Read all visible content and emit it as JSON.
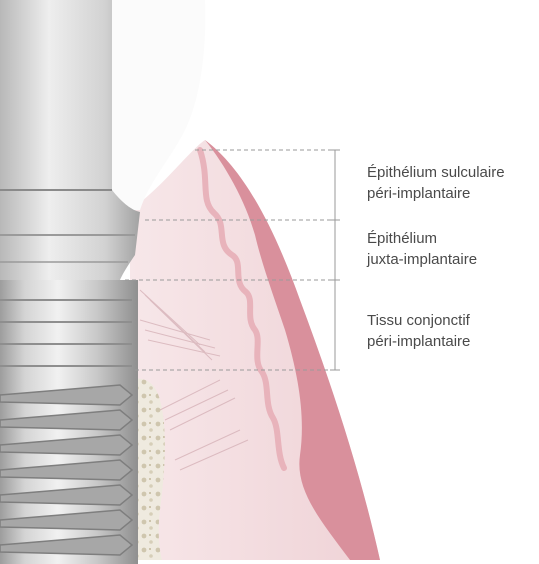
{
  "colors": {
    "implant_light": "#e8e8e8",
    "implant_mid": "#b9b9b9",
    "implant_dark": "#8c8c8c",
    "crown": "#fbfbfb",
    "gingiva_outer": "#f3dfe2",
    "gingiva_inner": "#d98d9a",
    "bone": "#eee9dd",
    "bone_pores": "#c8bfa7",
    "text": "#4a4a4a",
    "bracket": "#9a9a9a"
  },
  "labels": {
    "sulcular": {
      "line1": "Épithélium sulculaire",
      "line2": "péri-implantaire"
    },
    "junctional": {
      "line1": "Épithélium",
      "line2": "juxta-implantaire"
    },
    "connective": {
      "line1": "Tissu conjonctif",
      "line2": "péri-implantaire"
    }
  }
}
